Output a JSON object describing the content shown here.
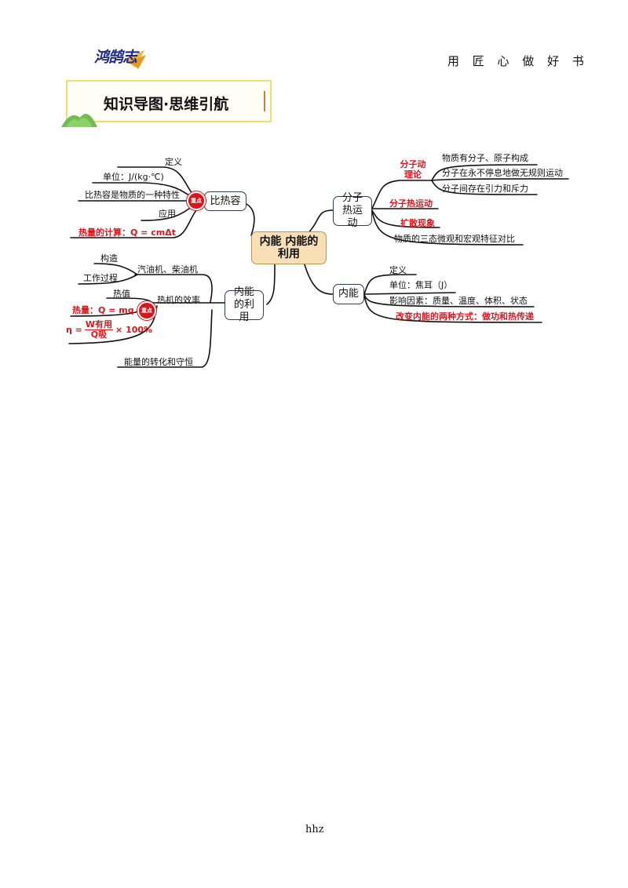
{
  "header": {
    "logo_text": "鸿鹄志",
    "motto": "用 匠 心 做 好 书",
    "banner_title": "知识导图·思维引航"
  },
  "mindmap": {
    "center": "内能 内能的利用",
    "left": {
      "specific_heat": {
        "title": "比热容",
        "items": {
          "definition": "定义",
          "unit": "单位：J/(kg·℃)",
          "property": "比热容是物质的一种特性",
          "application": "应用",
          "calc": "热量的计算：Q = cmΔt"
        },
        "badge": "重点"
      },
      "utilization": {
        "title": "内能的利用",
        "engine": "汽油机、柴油机",
        "engine_items": {
          "structure": "构造",
          "process": "工作过程"
        },
        "efficiency": "热机的效率",
        "efficiency_items": {
          "heat_value": "热值",
          "heat_formula": "热量：Q = mq",
          "eta_prefix": "η =",
          "frac_num": "W有用",
          "frac_den": "Q吸",
          "eta_suffix": "× 100%"
        },
        "conservation": "能量的转化和守恒",
        "badge": "重点"
      }
    },
    "right": {
      "molecular": {
        "title": "分子热运动",
        "theory": "分子动理论",
        "theory_items": [
          "物质有分子、原子构成",
          "分子在永不停息地做无规则运动",
          "分子间存在引力和斥力"
        ],
        "thermal_motion": "分子热运动",
        "diffusion": "扩散现象",
        "comparison": "物质的三态微观和宏观特征对比"
      },
      "internal_energy": {
        "title": "内能",
        "items": {
          "definition": "定义",
          "unit": "单位：焦耳（J）",
          "factors": "影响因素：质量、温度、体积、状态",
          "methods": "改变内能的两种方式：做功和热传递"
        }
      }
    }
  },
  "footer": {
    "text": "hhz"
  },
  "colors": {
    "accent_red": "#e0141b",
    "banner_border": "#f2dc6c",
    "center_fill": "#f8dfb6",
    "logo_blue": "#1d2a8a",
    "logo_gold": "#f0b63a"
  }
}
